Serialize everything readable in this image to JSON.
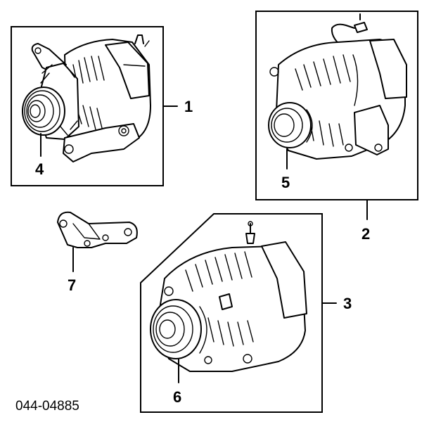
{
  "callouts": {
    "c1": "1",
    "c2": "2",
    "c3": "3",
    "c4": "4",
    "c5": "5",
    "c6": "6",
    "c7": "7"
  },
  "part_number": "044-04885"
}
